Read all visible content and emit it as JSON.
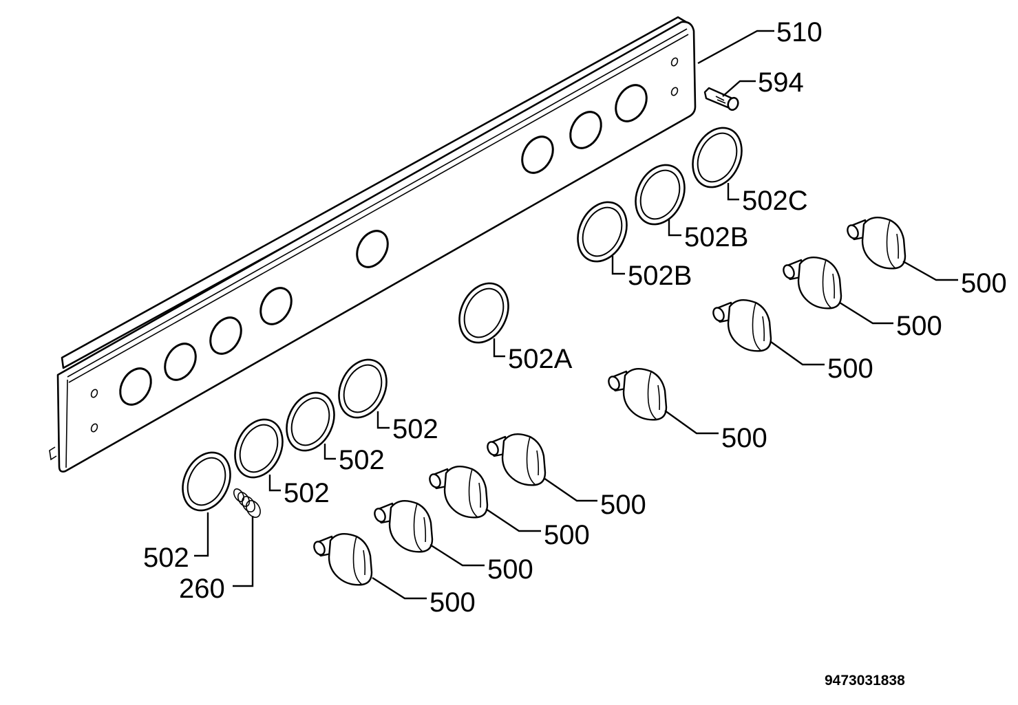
{
  "diagram": {
    "doc_number": "9473031838",
    "labels": {
      "panel": "510",
      "pin": "594",
      "spring": "260",
      "ring": "502",
      "ring_a": "502A",
      "ring_b": "502B",
      "ring_c": "502C",
      "knob": "500"
    }
  }
}
